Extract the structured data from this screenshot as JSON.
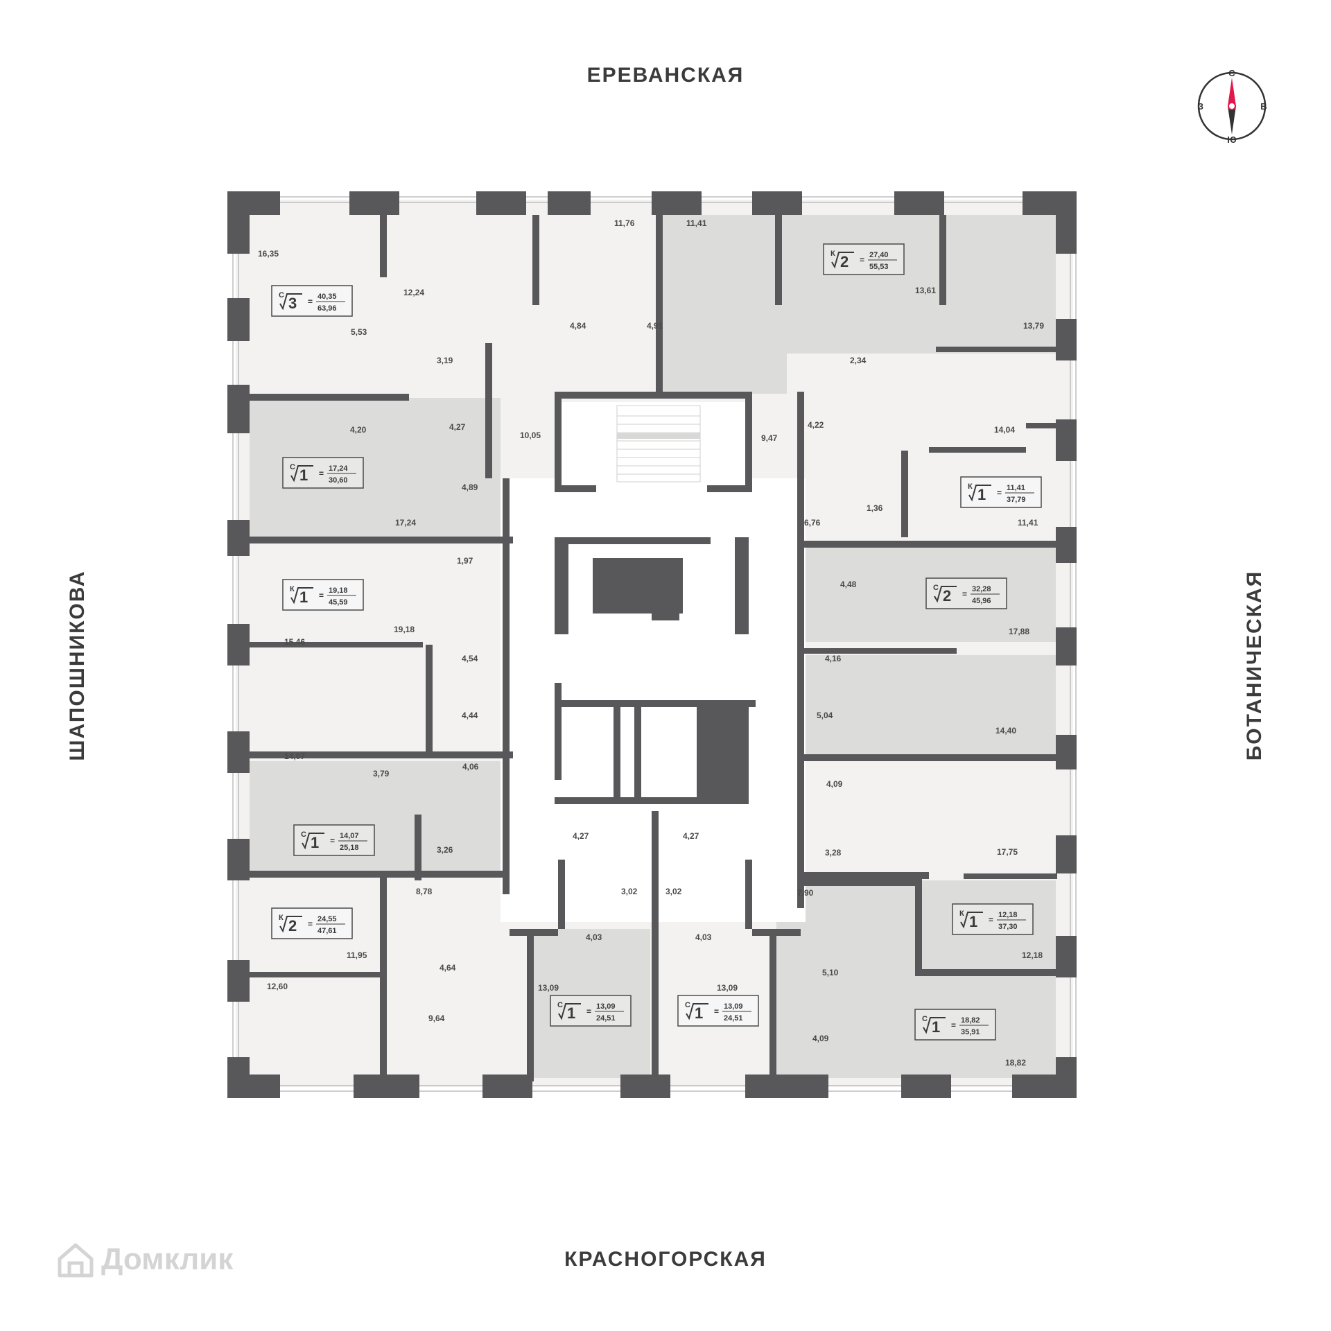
{
  "streets": {
    "top": "ЕРЕВАНСКАЯ",
    "bottom": "КРАСНОГОРСКАЯ",
    "left": "ШАПОШНИКОВА",
    "right": "БОТАНИЧЕСКАЯ"
  },
  "compass": {
    "north": "С",
    "south": "Ю",
    "west": "З",
    "east": "В"
  },
  "watermark": {
    "text": "Домклик",
    "icon": "house-logo-icon"
  },
  "colors": {
    "wall": "#58585a",
    "light": "#f3f2f1",
    "dark": "#dcdcdb",
    "accent": "#e3174a"
  },
  "apartment_tags": [
    {
      "type": "С",
      "rooms": "3",
      "living": "40,35",
      "total": "63,96"
    },
    {
      "type": "К",
      "rooms": "2",
      "living": "27,40",
      "total": "55,53"
    },
    {
      "type": "С",
      "rooms": "1",
      "living": "17,24",
      "total": "30,60"
    },
    {
      "type": "К",
      "rooms": "1",
      "living": "11,41",
      "total": "37,79"
    },
    {
      "type": "К",
      "rooms": "1",
      "living": "19,18",
      "total": "45,59"
    },
    {
      "type": "С",
      "rooms": "2",
      "living": "32,28",
      "total": "45,96"
    },
    {
      "type": "С",
      "rooms": "1",
      "living": "14,07",
      "total": "25,18"
    },
    {
      "type": "К",
      "rooms": "1",
      "living": "12,18",
      "total": "37,30"
    },
    {
      "type": "К",
      "rooms": "2",
      "living": "24,55",
      "total": "47,61"
    },
    {
      "type": "С",
      "rooms": "1",
      "living": "13,09",
      "total": "24,51"
    },
    {
      "type": "С",
      "rooms": "1",
      "living": "13,09",
      "total": "24,51"
    },
    {
      "type": "С",
      "rooms": "1",
      "living": "18,82",
      "total": "35,91"
    }
  ],
  "room_areas": [
    "16,35",
    "12,24",
    "11,76",
    "11,41",
    "13,61",
    "13,79",
    "5,53",
    "3,19",
    "4,84",
    "4,91",
    "2,34",
    "4,20",
    "4,27",
    "10,05",
    "9,47",
    "4,22",
    "14,04",
    "4,89",
    "6,76",
    "1,36",
    "17,24",
    "11,41",
    "1,97",
    "4,48",
    "17,88",
    "19,18",
    "15,46",
    "4,54",
    "4,16",
    "4,44",
    "5,04",
    "14,40",
    "14,07",
    "3,79",
    "4,06",
    "4,09",
    "4,27",
    "4,27",
    "3,26",
    "3,28",
    "17,75",
    "3,02",
    "3,02",
    "8,78",
    "7,90",
    "11,95",
    "4,03",
    "4,03",
    "4,64",
    "5,10",
    "12,18",
    "12,60",
    "13,09",
    "13,09",
    "9,64",
    "4,09",
    "18,82"
  ]
}
